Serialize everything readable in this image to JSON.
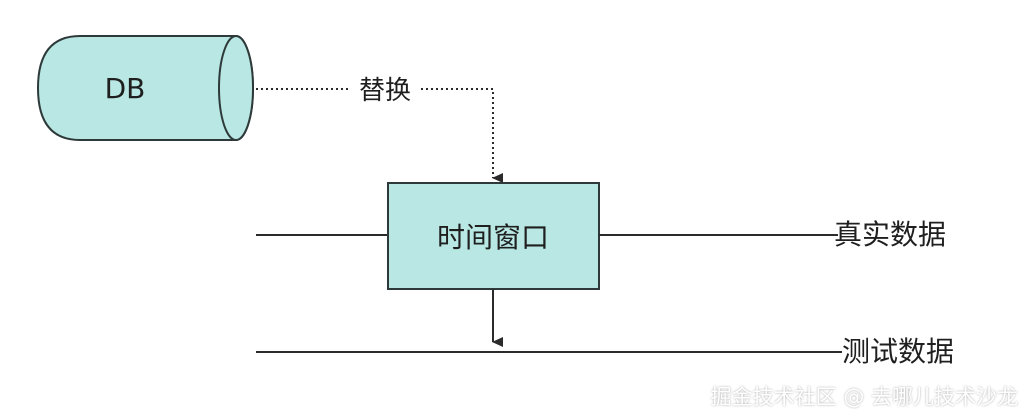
{
  "diagram": {
    "db_label": "DB",
    "replace_label": "替换",
    "window_label": "时间窗口",
    "real_data_label": "真实数据",
    "test_data_label": "测试数据"
  },
  "colors": {
    "node_fill": "#b9e8e4",
    "node_stroke": "#2e3a3a",
    "line": "#2b2b2b",
    "background": "#ffffff"
  },
  "watermark": "掘金技术社区 @ 去哪儿技术沙龙"
}
